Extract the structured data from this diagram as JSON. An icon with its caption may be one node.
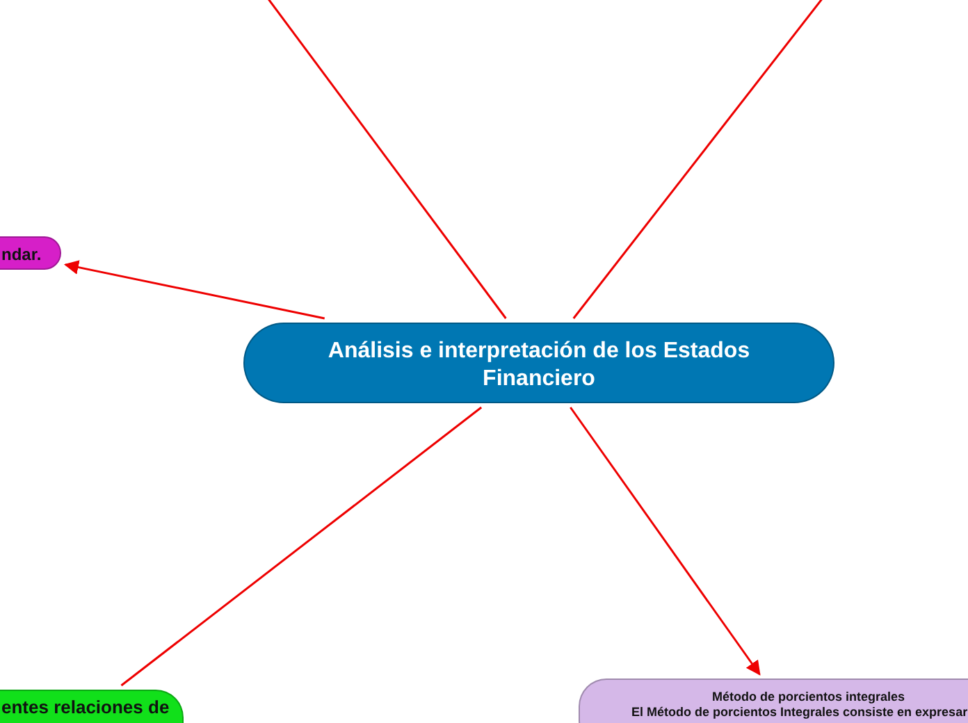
{
  "diagram": {
    "nodes": [
      {
        "text": [
          "Análisis e interpretación de los Estados Financiero"
        ]
      },
      {
        "text": [
          "ndar."
        ]
      },
      {
        "text": [
          "entes relaciones de"
        ]
      },
      {
        "text": [
          "Método de porcientos integrales",
          "El Método de porcientos Integrales consiste en expresar"
        ]
      }
    ],
    "edges": [
      {
        "from": 0,
        "to": null,
        "arrow": "none"
      },
      {
        "from": 0,
        "to": null,
        "arrow": "none"
      },
      {
        "from": 0,
        "to": 1,
        "arrow": "to"
      },
      {
        "from": 0,
        "to": 2,
        "arrow": "none"
      },
      {
        "from": 0,
        "to": 3,
        "arrow": "to"
      }
    ]
  }
}
